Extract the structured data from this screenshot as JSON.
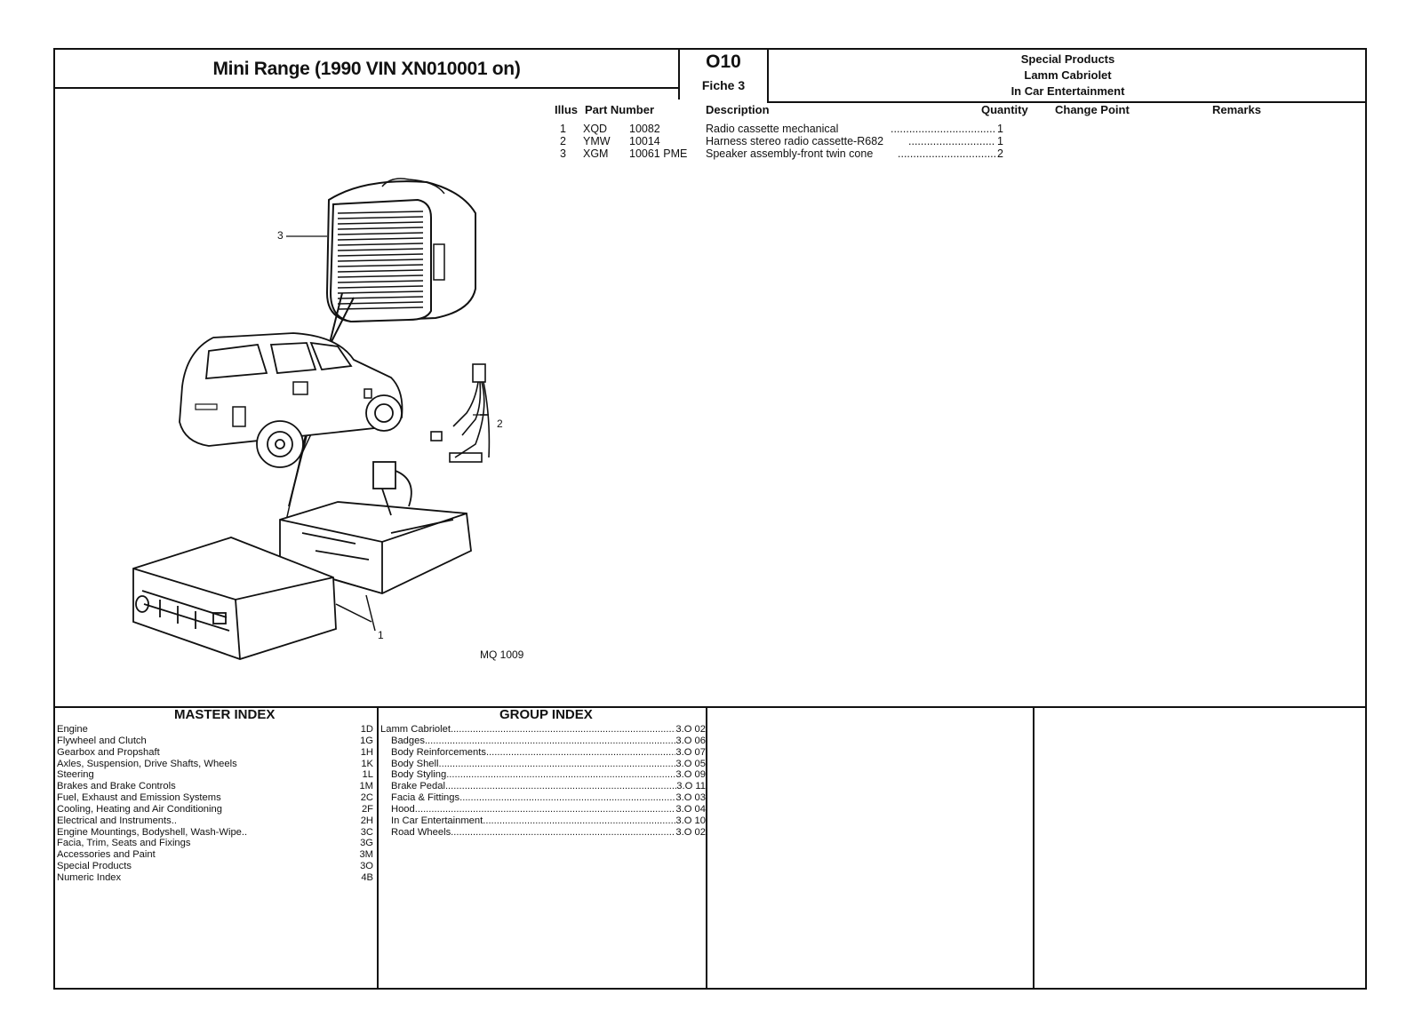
{
  "header": {
    "title": "Mini Range (1990 VIN XN010001 on)",
    "fiche_code": "O10",
    "fiche_label": "Fiche 3",
    "section_lines": [
      "Special Products",
      "Lamm Cabriolet",
      "In Car Entertainment"
    ]
  },
  "parts_table": {
    "columns": [
      "Illus",
      "Part Number",
      "Description",
      "Quantity",
      "Change Point",
      "Remarks"
    ],
    "rows": [
      {
        "illus": "1",
        "prefix": "XQD",
        "number": "10082",
        "description": "Radio cassette mechanical",
        "quantity": "1"
      },
      {
        "illus": "2",
        "prefix": "YMW",
        "number": "10014",
        "description": "Harness stereo radio cassette-R682",
        "quantity": "1"
      },
      {
        "illus": "3",
        "prefix": "XGM",
        "number": "10061 PME",
        "description": "Speaker assembly-front twin cone",
        "quantity": "2"
      }
    ]
  },
  "figure": {
    "id": "MQ 1009",
    "callouts": [
      "1",
      "2",
      "3"
    ]
  },
  "master_index": {
    "heading": "MASTER INDEX",
    "items": [
      {
        "name": "Engine",
        "code": "1D"
      },
      {
        "name": "Flywheel and Clutch",
        "code": "1G"
      },
      {
        "name": "Gearbox and Propshaft",
        "code": "1H"
      },
      {
        "name": "Axles, Suspension, Drive Shafts, Wheels",
        "code": "1K"
      },
      {
        "name": "Steering",
        "code": "1L"
      },
      {
        "name": "Brakes and Brake Controls",
        "code": "1M"
      },
      {
        "name": "Fuel, Exhaust and Emission Systems",
        "code": "2C"
      },
      {
        "name": "Cooling, Heating and Air Conditioning",
        "code": "2F"
      },
      {
        "name": "Electrical and Instruments..",
        "code": "2H"
      },
      {
        "name": "Engine Mountings, Bodyshell, Wash-Wipe..",
        "code": "3C"
      },
      {
        "name": "Facia, Trim, Seats and Fixings",
        "code": "3G"
      },
      {
        "name": "Accessories and Paint",
        "code": "3M"
      },
      {
        "name": "Special Products",
        "code": "3O"
      },
      {
        "name": "Numeric Index",
        "code": "4B"
      }
    ]
  },
  "group_index": {
    "heading": "GROUP INDEX",
    "items": [
      {
        "name": "Lamm Cabriolet",
        "code": "3.O 02"
      },
      {
        "name": "Badges",
        "code": "3.O 06"
      },
      {
        "name": "Body Reinforcements",
        "code": "3.O 07"
      },
      {
        "name": "Body Shell..",
        "code": "3.O 05"
      },
      {
        "name": "Body Styling",
        "code": "3.O 09"
      },
      {
        "name": "Brake Pedal",
        "code": "3.O 11"
      },
      {
        "name": "Facia & Fittings",
        "code": "3.O 03"
      },
      {
        "name": "Hood",
        "code": "3.O 04"
      },
      {
        "name": "In Car Entertainment",
        "code": "3.O 10"
      },
      {
        "name": "Road Wheels",
        "code": "3.O 02"
      }
    ]
  }
}
